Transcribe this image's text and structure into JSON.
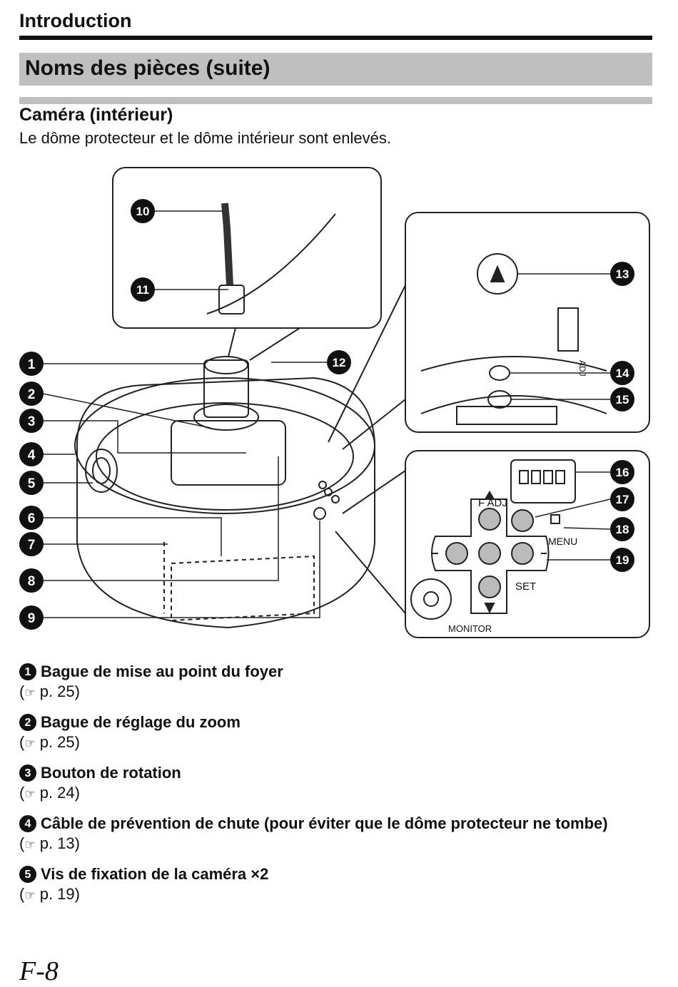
{
  "header": {
    "section": "Introduction"
  },
  "page": {
    "title": "Noms des pièces (suite)",
    "subtitle": "Caméra (intérieur)",
    "description": "Le dôme protecteur et le dôme intérieur sont enlevés."
  },
  "diagram": {
    "callouts": [
      "10",
      "11",
      "1",
      "12",
      "2",
      "3",
      "4",
      "5",
      "6",
      "7",
      "8",
      "9",
      "13",
      "14",
      "15",
      "16",
      "17",
      "18",
      "19"
    ],
    "labels": {
      "fadj": "F ADJ",
      "menu": "MENU",
      "set": "SET",
      "monitor": "MONITOR",
      "adj": "ADJ"
    }
  },
  "items": [
    {
      "num": "1",
      "title": "Bague de mise au point du foyer",
      "ref_page": "p. 25"
    },
    {
      "num": "2",
      "title": "Bague de réglage du zoom",
      "ref_page": "p. 25"
    },
    {
      "num": "3",
      "title": "Bouton de rotation",
      "ref_page": "p. 24"
    },
    {
      "num": "4",
      "title": "Câble de prévention de chute (pour éviter que le dôme protecteur ne tombe)",
      "ref_page": "p. 13"
    },
    {
      "num": "5",
      "title": "Vis de fixation de la caméra ×2",
      "ref_page": "p. 19"
    }
  ],
  "ref_symbol": "☞",
  "footer": {
    "page_number": "F-8"
  }
}
